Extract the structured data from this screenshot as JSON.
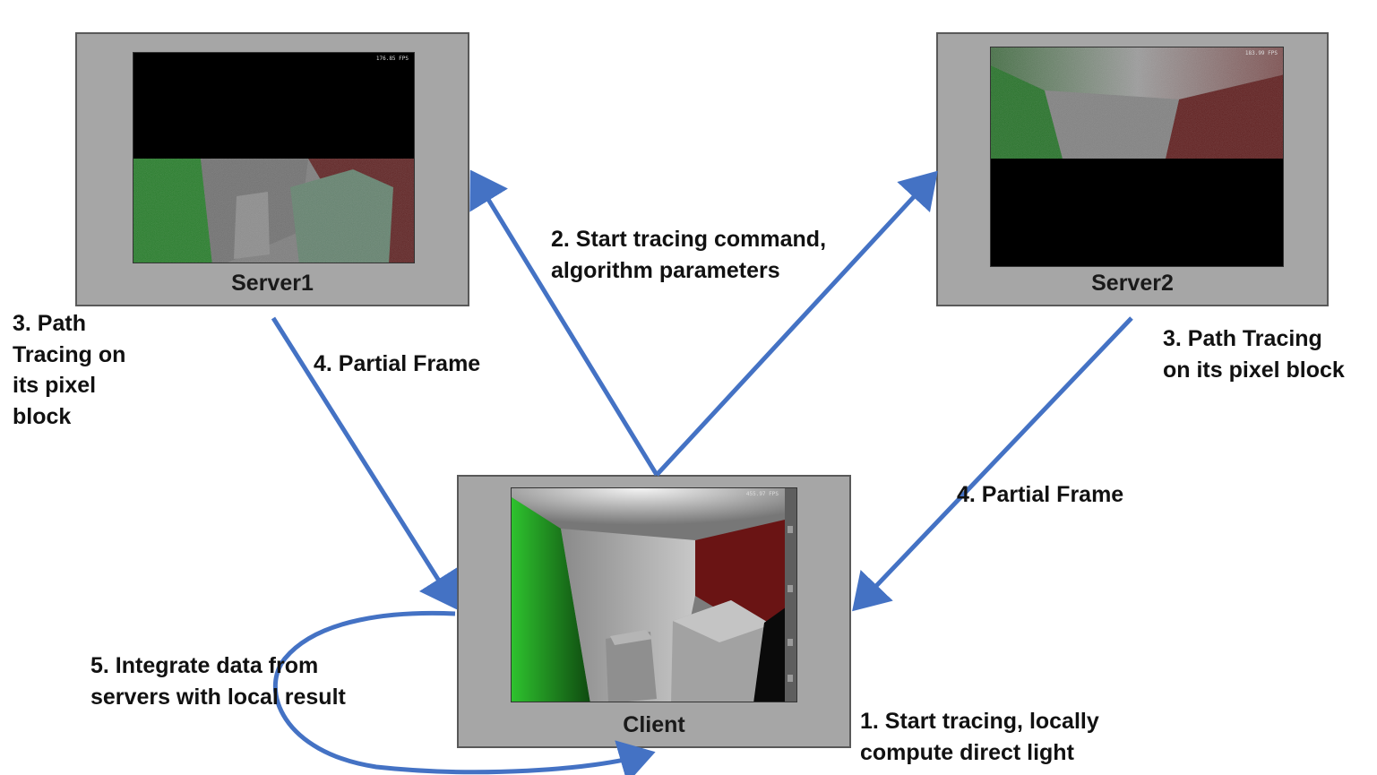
{
  "nodes": {
    "server1": {
      "label": "Server1",
      "fps": "176.85 FPS"
    },
    "server2": {
      "label": "Server2",
      "fps": "183.99 FPS"
    },
    "client": {
      "label": "Client",
      "fps": "455.97 FPS"
    }
  },
  "annotations": {
    "step1": "1. Start tracing, locally\ncompute direct light",
    "step2": "2. Start tracing command,\nalgorithm parameters",
    "step3_server1": "3. Path\nTracing on\nits pixel\nblock",
    "step3_server2": "3. Path Tracing\non its pixel block",
    "step4_server1": "4. Partial Frame",
    "step4_server2": "4. Partial Frame",
    "step5": "5. Integrate data from\nservers with local result"
  },
  "colors": {
    "arrow": "#4472c4",
    "box_fill": "#a6a6a6",
    "box_border": "#595959",
    "wall_green": "#1f8a26",
    "wall_red": "#6e1414",
    "wall_gray": "#8c8c8c"
  }
}
